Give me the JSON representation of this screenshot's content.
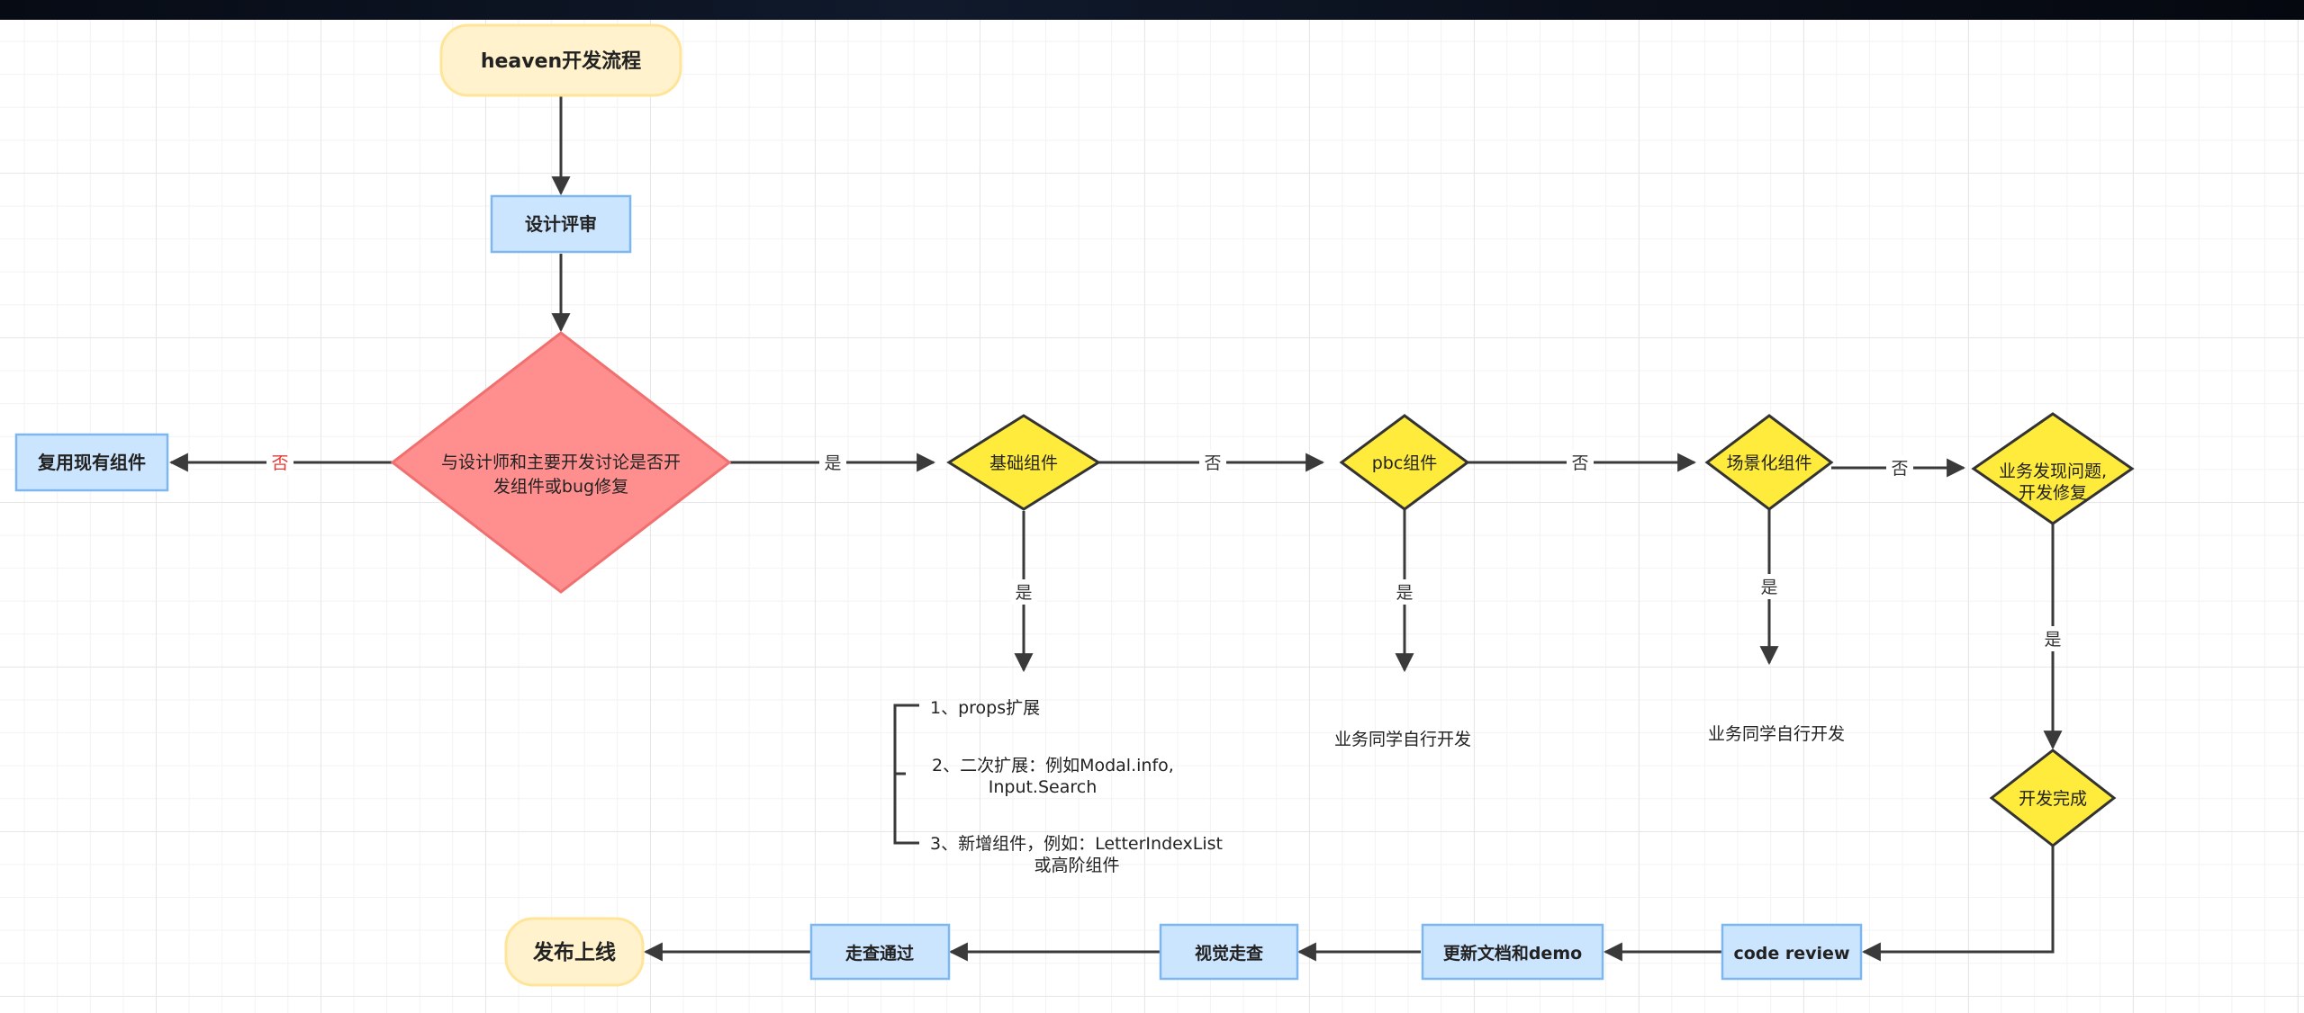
{
  "nodes": {
    "start": "heaven开发流程",
    "design_review": "设计评审",
    "decision_main_l1": "与设计师和主要开发讨论是否开",
    "decision_main_l2": "发组件或bug修复",
    "reuse": "复用现有组件",
    "basic": "基础组件",
    "pbc": "pbc组件",
    "scenario": "场景化组件",
    "issue_l1": "业务发现问题,",
    "issue_l2": "开发修复",
    "dev_done": "开发完成",
    "code_review": "code review",
    "update_docs": "更新文档和demo",
    "visual_walk": "视觉走查",
    "walk_pass": "走查通过",
    "release": "发布上线"
  },
  "edges": {
    "no_main": "否",
    "yes_main": "是",
    "yes_basic": "是",
    "no_basic": "否",
    "yes_pbc": "是",
    "no_pbc": "否",
    "yes_scenario": "是",
    "no_scenario": "否",
    "yes_issue": "是"
  },
  "notes": {
    "basic_1": "1、props扩展",
    "basic_2_l1": "2、二次扩展：例如Modal.info,",
    "basic_2_l2": "Input.Search",
    "basic_3_l1": "3、新增组件，例如：LetterIndexList",
    "basic_3_l2": "或高阶组件",
    "pbc_note": "业务同学自行开发",
    "scenario_note": "业务同学自行开发"
  },
  "colors": {
    "terminal_fill": "#fff2cc",
    "terminal_stroke": "#ffe599",
    "process_fill": "#cce5ff",
    "process_stroke": "#7eb7ef",
    "main_decision_fill": "#ff8f8f",
    "main_decision_stroke": "#f07070",
    "decision_fill": "#ffeb3b",
    "decision_stroke": "#333333",
    "edge": "#3a3a3a",
    "no_main_label": "#e53935"
  }
}
